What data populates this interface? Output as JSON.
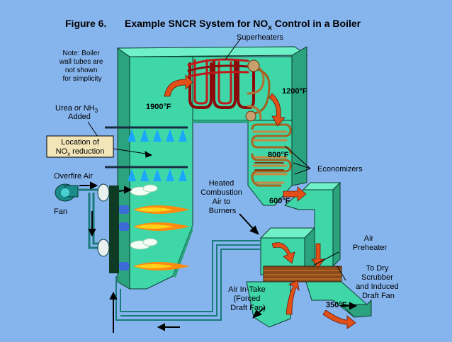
{
  "figure": {
    "number": "Figure 6.",
    "title_main": "Example SNCR System for NO",
    "title_sub": "x",
    "title_tail": " Control in a Boiler"
  },
  "labels": {
    "superheaters": "Superheaters",
    "note": [
      "Note:  Boiler",
      "wall tubes are",
      "not shown",
      "for simplicity"
    ],
    "urea_line1_pre": "Urea or NH",
    "urea_line1_sub": "3",
    "urea_line2": "Added",
    "location_line1": "Location of",
    "location_line2_pre": "NO",
    "location_line2_sub": "x",
    "location_line2_tail": " reduction",
    "overfire_air": "Overfire Air",
    "fan": "Fan",
    "heated_air": [
      "Heated",
      "Combustion",
      "Air to",
      "Burners"
    ],
    "economizers": "Economizers",
    "air_preheater": [
      "Air",
      "Preheater"
    ],
    "to_dry_scrubber": [
      "To Dry",
      "Scrubber",
      "and Induced",
      "Draft Fan"
    ],
    "air_intake": [
      "Air In-Take",
      "(Forced",
      "Draft Fan)"
    ]
  },
  "temperatures": {
    "t1900": "1900°F",
    "t1200": "1200°F",
    "t800": "800°F",
    "t600": "600°F",
    "t350": "350°F"
  },
  "colors": {
    "background": "#86b5ee",
    "boiler_front": "#3fd7a8",
    "boiler_side": "#2aa37e",
    "boiler_top": "#6ff0c6",
    "tube_red": "#b01010",
    "tube_copper": "#c88030",
    "flow_arrow": "#e05018",
    "flame": "#ff8a10",
    "nozzle_spray": "#1aa8ff"
  }
}
